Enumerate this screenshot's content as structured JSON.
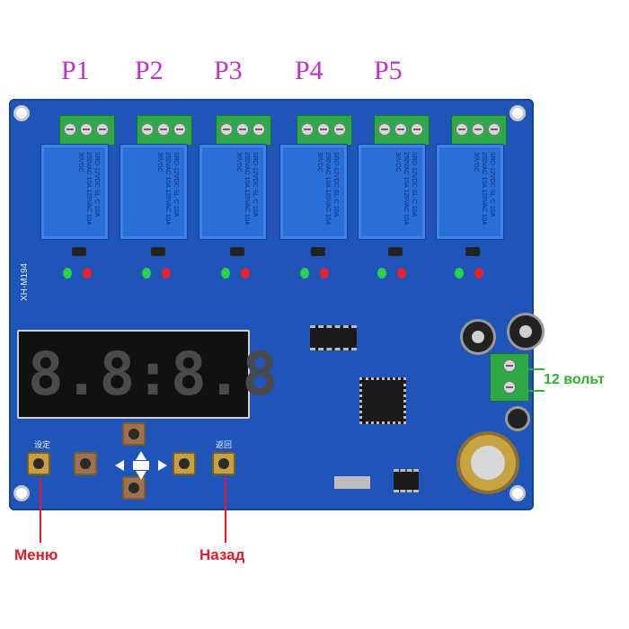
{
  "relay_labels": [
    "P1",
    "P2",
    "P3",
    "P4",
    "P5"
  ],
  "board_model": "XH-M194",
  "button_labels": {
    "menu_silk": "设定",
    "back_silk": "返回"
  },
  "annotations": {
    "menu": "Меню",
    "back": "Назад",
    "power": "12 вольт"
  },
  "relay_text": "SRD-12VDC-SL-C  10A 250VAC 10A 125VAC 10A 30VDC",
  "display_digits": "8.8:8.8",
  "colors": {
    "board": "#1f55b8",
    "relay": "#2a6fd8",
    "terminal": "#2fa84a",
    "label_purple": "#c030c8",
    "annotation_red": "#e8182a",
    "annotation_green": "#2fb02f"
  }
}
